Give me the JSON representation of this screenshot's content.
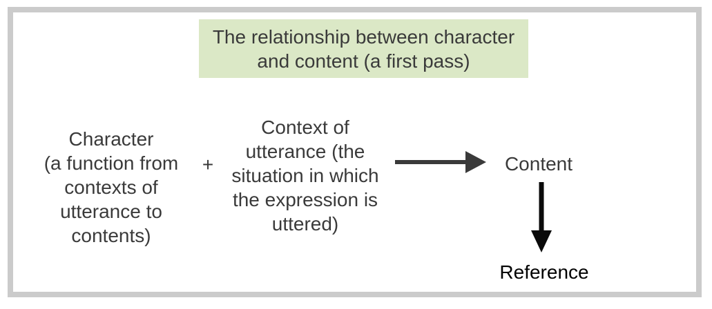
{
  "diagram": {
    "title": "The relationship between character\nand content (a first pass)",
    "character_block": "Character\n(a function from\ncontexts of\nutterance to\ncontents)",
    "plus_operator": "+",
    "context_block": "Context of\nutterance (the\nsituation in which\nthe expression is\nuttered)",
    "content_label": "Content",
    "reference_label": "Reference",
    "icons": {
      "right_arrow": "right-arrow",
      "down_arrow": "down-arrow"
    },
    "colors": {
      "title_background": "#dbe8c6",
      "frame_border": "#cbcbcb",
      "body_text": "#3a3a3a",
      "emphasis_text": "#000000",
      "horizontal_arrow": "#3a3a3a",
      "vertical_arrow": "#000000"
    }
  }
}
